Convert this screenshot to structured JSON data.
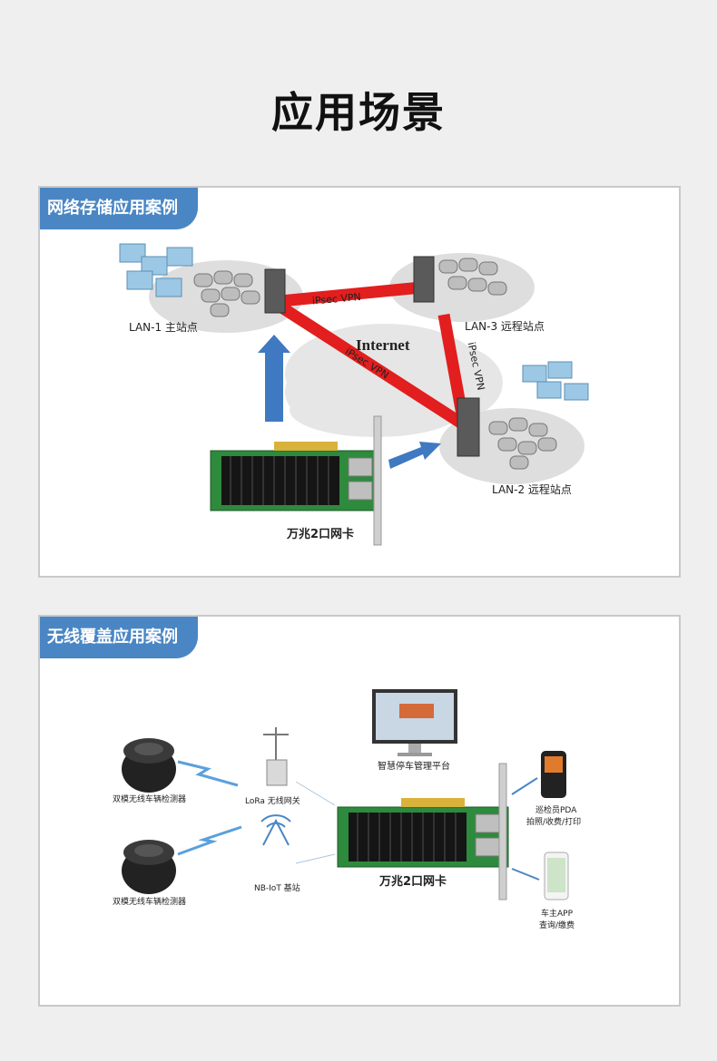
{
  "page": {
    "title": "应用场景"
  },
  "storage_case": {
    "tab": "网络存储应用案例",
    "lan1": "LAN-1  主站点",
    "lan2": "LAN-2  远程站点",
    "lan3": "LAN-3  远程站点",
    "internet": "Internet",
    "vpn_top": "iPsec VPN",
    "vpn_diag": "iPsec VPN",
    "vpn_right": "iPsec VPN",
    "nic": "万兆2口网卡"
  },
  "wireless_case": {
    "tab": "无线覆盖应用案例",
    "detector_1": "双模无线车辆检测器",
    "detector_2": "双模无线车辆检测器",
    "lora": "LoRa 无线网关",
    "nbiot": "NB-IoT 基站",
    "platform": "智慧停车管理平台",
    "nic": "万兆2口网卡",
    "pda_1": "巡检员PDA",
    "pda_2": "拍照/收费/打印",
    "app_1": "车主APP",
    "app_2": "查询/缴费"
  },
  "colors": {
    "accent": "#4a86c4",
    "vpn": "#e21e1e",
    "arrow": "#3f79c2",
    "board": "#2e8a3c"
  }
}
